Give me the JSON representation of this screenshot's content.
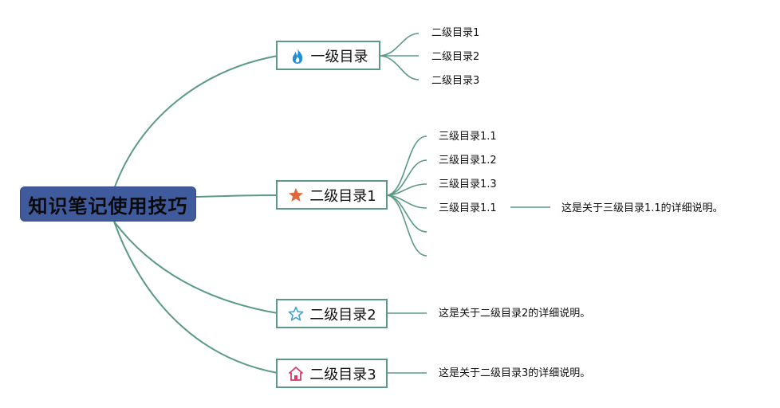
{
  "root": {
    "label": "知识笔记使用技巧"
  },
  "topics": [
    {
      "label": "一级目录",
      "icon": "flame-icon",
      "icon_color": "#1f8fd6",
      "children": [
        "二级目录1",
        "二级目录2",
        "二级目录3"
      ]
    },
    {
      "label": "二级目录1",
      "icon": "star-filled-icon",
      "icon_color": "#e0673a",
      "children": [
        "三级目录1.1",
        "三级目录1.2",
        "三级目录1.3",
        "三级目录1.1",
        "",
        ""
      ],
      "detail": "这是关于三级目录1.1的详细说明。"
    },
    {
      "label": "二级目录2",
      "icon": "star-outline-icon",
      "icon_color": "#3fa3d8",
      "detail": "这是关于二级目录2的详细说明。"
    },
    {
      "label": "二级目录3",
      "icon": "home-icon",
      "icon_color": "#d83a6a",
      "detail": "这是关于二级目录3的详细说明。"
    }
  ],
  "colors": {
    "connector": "#5b9a86",
    "root_fill": "#3f5b9e",
    "node_border": "#5b9a86"
  }
}
